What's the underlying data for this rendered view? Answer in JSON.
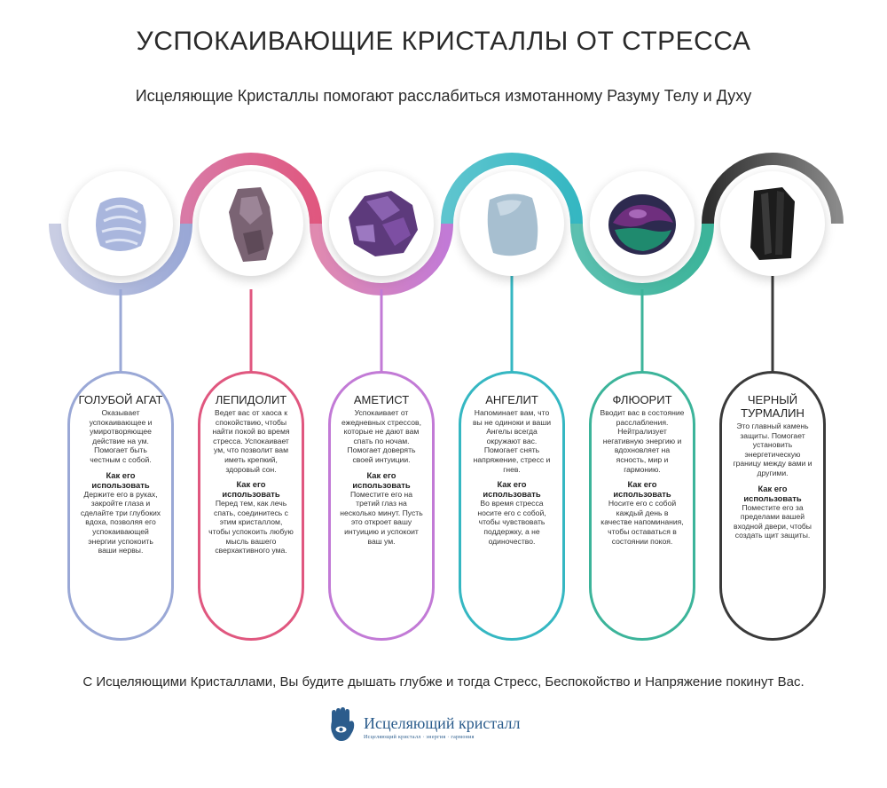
{
  "header": {
    "title": "УСПОКАИВАЮЩИЕ КРИСТАЛЛЫ ОТ СТРЕССА",
    "subtitle": "Исцеляющие Кристаллы помогают расслабиться измотанному Разуму Телу и Духу"
  },
  "crystals": [
    {
      "name": "ГОЛУБОЙ АГАТ",
      "color": "#9aa8d6",
      "icon": "blue-agate-stone-icon",
      "description": "Оказывает успокаивающее и умиротворяющее действие на ум. Помогает быть честным с собой.",
      "howto_label": "Как его использовать",
      "usage": "Держите его в руках, закройте глаза и сделайте три глубоких вдоха, позволяя его успокаивающей энергии успокоить ваши нервы."
    },
    {
      "name": "ЛЕПИДОЛИТ",
      "color": "#e0577f",
      "icon": "lepidolite-stone-icon",
      "description": "Ведет вас от хаоса к спокойствию, чтобы найти покой во время стресса. Успокаивает ум, что позволит вам иметь крепкий, здоровый сон.",
      "howto_label": "Как его использовать",
      "usage": "Перед тем, как лечь спать, соединитесь с этим кристаллом, чтобы успокоить любую мысль вашего сверхактивного ума."
    },
    {
      "name": "АМЕТИСТ",
      "color": "#c27ad6",
      "icon": "amethyst-stone-icon",
      "description": "Успокаивает от ежедневных стрессов, которые не дают вам спать по ночам. Помогает доверять своей интуиции.",
      "howto_label": "Как его использовать",
      "usage": "Поместите его на третий глаз на несколько минут. Пусть это откроет вашу интуицию и успокоит ваш ум."
    },
    {
      "name": "АНГЕЛИТ",
      "color": "#35b7c2",
      "icon": "angelite-stone-icon",
      "description": "Напоминает вам, что вы не одиноки и ваши Ангелы всегда окружают вас. Помогает снять напряжение, стресс и гнев.",
      "howto_label": "Как его использовать",
      "usage": "Во время стресса носите его с собой, чтобы чувствовать поддержку, а не одиночество."
    },
    {
      "name": "ФЛЮОРИТ",
      "color": "#3cb49a",
      "icon": "fluorite-stone-icon",
      "description": "Вводит вас в состояние расслабления. Нейтрализует негативную энергию и вдохновляет на ясность, мир и гармонию.",
      "howto_label": "Как его использовать",
      "usage": "Носите его с собой каждый день в качестве напоминания, чтобы оставаться в состоянии покоя."
    },
    {
      "name": "ЧЕРНЫЙ ТУРМАЛИН",
      "color": "#3a3a3a",
      "icon": "black-tourmaline-stone-icon",
      "description": "Это главный камень защиты. Помогает установить энергетическую границу между вами и другими.",
      "howto_label": "Как его использовать",
      "usage": "Поместите его за пределами вашей входной двери, чтобы создать щит защиты."
    }
  ],
  "footer": {
    "text": "С Исцеляющими Кристаллами, Вы будите дышать глубже и тогда Стресс, Беспокойство и Напряжение покинут Вас.",
    "brand": "Исцеляющий кристалл",
    "tagline": "Исцеляющий кристалл · энергия · гармония",
    "logo_icon": "hamsa-hand-icon",
    "brand_color": "#2b5c8c"
  }
}
